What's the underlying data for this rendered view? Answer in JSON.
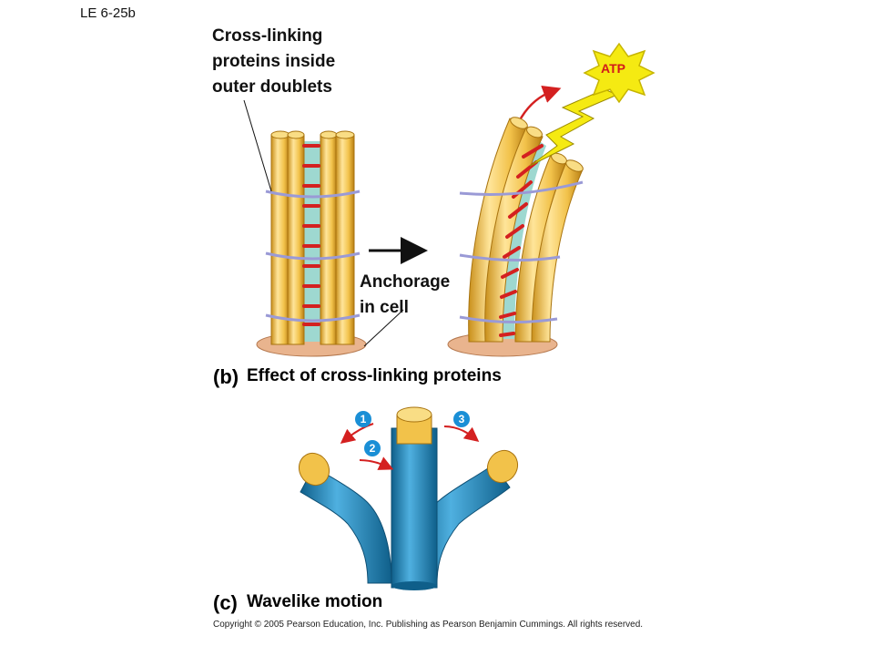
{
  "slide_id": "LE 6-25b",
  "labels": {
    "crosslink_line1": "Cross-linking",
    "crosslink_line2": "proteins inside",
    "crosslink_line3": "outer doublets",
    "anchor_line1": "Anchorage",
    "anchor_line2": "in cell",
    "atp": "ATP"
  },
  "panel_b": {
    "letter": "(b)",
    "caption": "Effect of cross-linking proteins"
  },
  "panel_c": {
    "letter": "(c)",
    "caption": "Wavelike motion",
    "steps": [
      "1",
      "2",
      "3"
    ]
  },
  "copyright": "Copyright © 2005 Pearson Education, Inc. Publishing as Pearson Benjamin Cummings. All rights reserved.",
  "colors": {
    "tubule": "#f2c24a",
    "tubule_dark": "#c98f1a",
    "crosslink": "#d42020",
    "core": "#9ed8d0",
    "base": "#e9b48e",
    "band": "#9a9ad6",
    "cilium": "#2a86b8",
    "arrow": "#d42020",
    "bolt": "#f5ea12"
  }
}
